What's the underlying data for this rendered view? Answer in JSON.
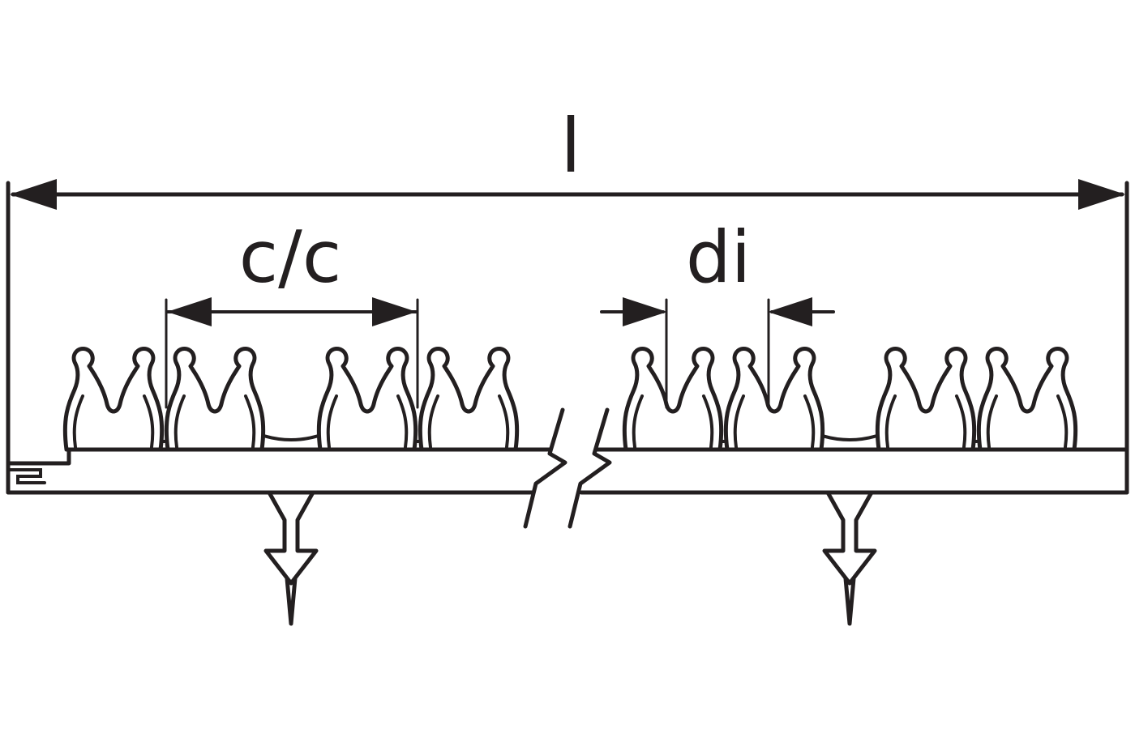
{
  "diagram": {
    "background_color": "#ffffff",
    "line_color": "#231f20",
    "labels": {
      "overall_length": "l",
      "center_to_center": "c/c",
      "inner_diameter": "di"
    }
  }
}
